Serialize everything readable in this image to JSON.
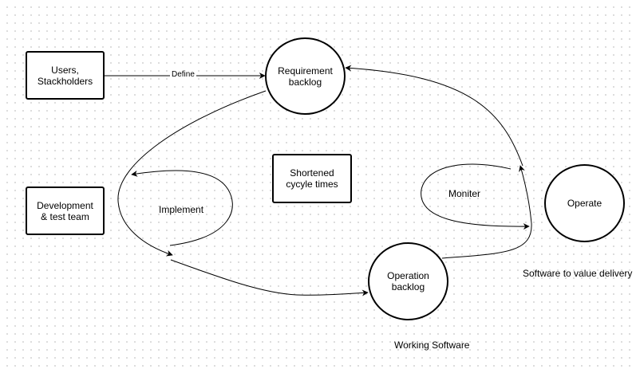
{
  "nodes": {
    "users": "Users,\nStackholders",
    "dev_team": "Development\n& test team",
    "cycle_times": "Shortened\ncycyle times",
    "requirement_backlog": "Requirement\nbacklog",
    "operation_backlog": "Operation\nbacklog",
    "operate": "Operate"
  },
  "edges": {
    "define": "Define"
  },
  "labels": {
    "implement": "Implement",
    "moniter": "Moniter",
    "value_delivery": "Software to value delivery",
    "working_software": "Working Software"
  }
}
